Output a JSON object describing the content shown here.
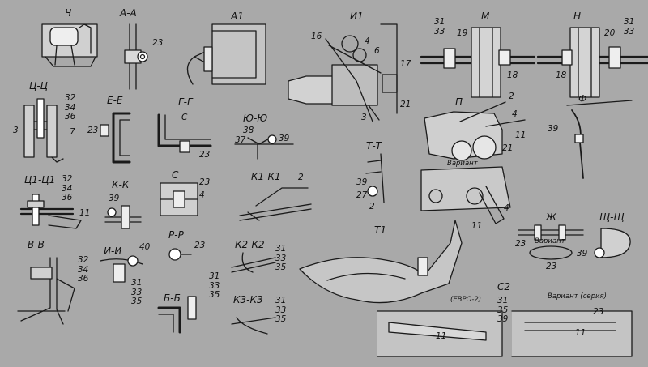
{
  "views": {
    "ch": "Ч",
    "aa": "А-А",
    "a1": "А1",
    "i1": "И1",
    "m": "М",
    "n": "Н",
    "cc": "Ц-Ц",
    "ee": "Е-Е",
    "gg": "Г-Г",
    "yuyu": "Ю-Ю",
    "p": "П",
    "f": "Ф",
    "c1c1": "Ц1-Ц1",
    "kk": "К-К",
    "s": "С",
    "k1k1": "К1-К1",
    "tt": "Т-Т",
    "zh": "Ж",
    "shsh": "Щ-Щ",
    "vv": "В-В",
    "ii": "И-И",
    "rr": "Р-Р",
    "k2k2": "К2-К2",
    "t1": "Т1",
    "bb": "Б-Б",
    "k3k3": "К3-К3",
    "c2": "С2"
  },
  "texts": {
    "variant": "Вариант",
    "variant_seria": "Вариант (серия)",
    "evro2": "(ЕВРО-2)",
    "c_mark": "С"
  },
  "callouts": {
    "aa_23": "23",
    "i1_16": "16",
    "i1_4": "4",
    "i1_6": "6",
    "i1_17": "17",
    "i1_21": "21",
    "i1_3": "3",
    "m_31": "31",
    "m_33": "33",
    "m_19": "19",
    "m_18": "18",
    "n_20": "20",
    "n_31": "31",
    "n_33": "33",
    "n_18": "18",
    "cc_32": "32",
    "cc_34": "34",
    "cc_36": "36",
    "cc_3": "3",
    "cc_7": "7",
    "ee_23": "23",
    "gg_23": "23",
    "yuyu_38": "38",
    "yuyu_37": "37",
    "yuyu_39": "39",
    "p_2": "2",
    "p_4": "4",
    "p_11": "11",
    "p_21": "21",
    "p_4b": "4",
    "p_11b": "11",
    "f_39": "39",
    "c1_32": "32",
    "c1_34": "34",
    "c1_36": "36",
    "c1_11": "11",
    "kk_39": "39",
    "s_23": "23",
    "s_4": "4",
    "k1_2": "2",
    "tt_39": "39",
    "tt_27": "27",
    "tt_2": "2",
    "zh_23": "23",
    "zh_23b": "23",
    "shsh_39": "39",
    "vv_32": "32",
    "vv_34": "34",
    "vv_36": "36",
    "ii_40": "40",
    "ii_31": "31",
    "ii_33": "33",
    "ii_35": "35",
    "rr_23": "23",
    "k2_31": "31",
    "k2_33": "33",
    "k2_35": "35",
    "bb_31": "31",
    "bb_33": "33",
    "bb_35": "35",
    "k3_31": "31",
    "k3_33": "33",
    "k3_35": "35",
    "c2_31": "31",
    "c2_35": "35",
    "c2_39": "39",
    "c2_11": "11",
    "c2_23": "23",
    "c2_11b": "11"
  }
}
